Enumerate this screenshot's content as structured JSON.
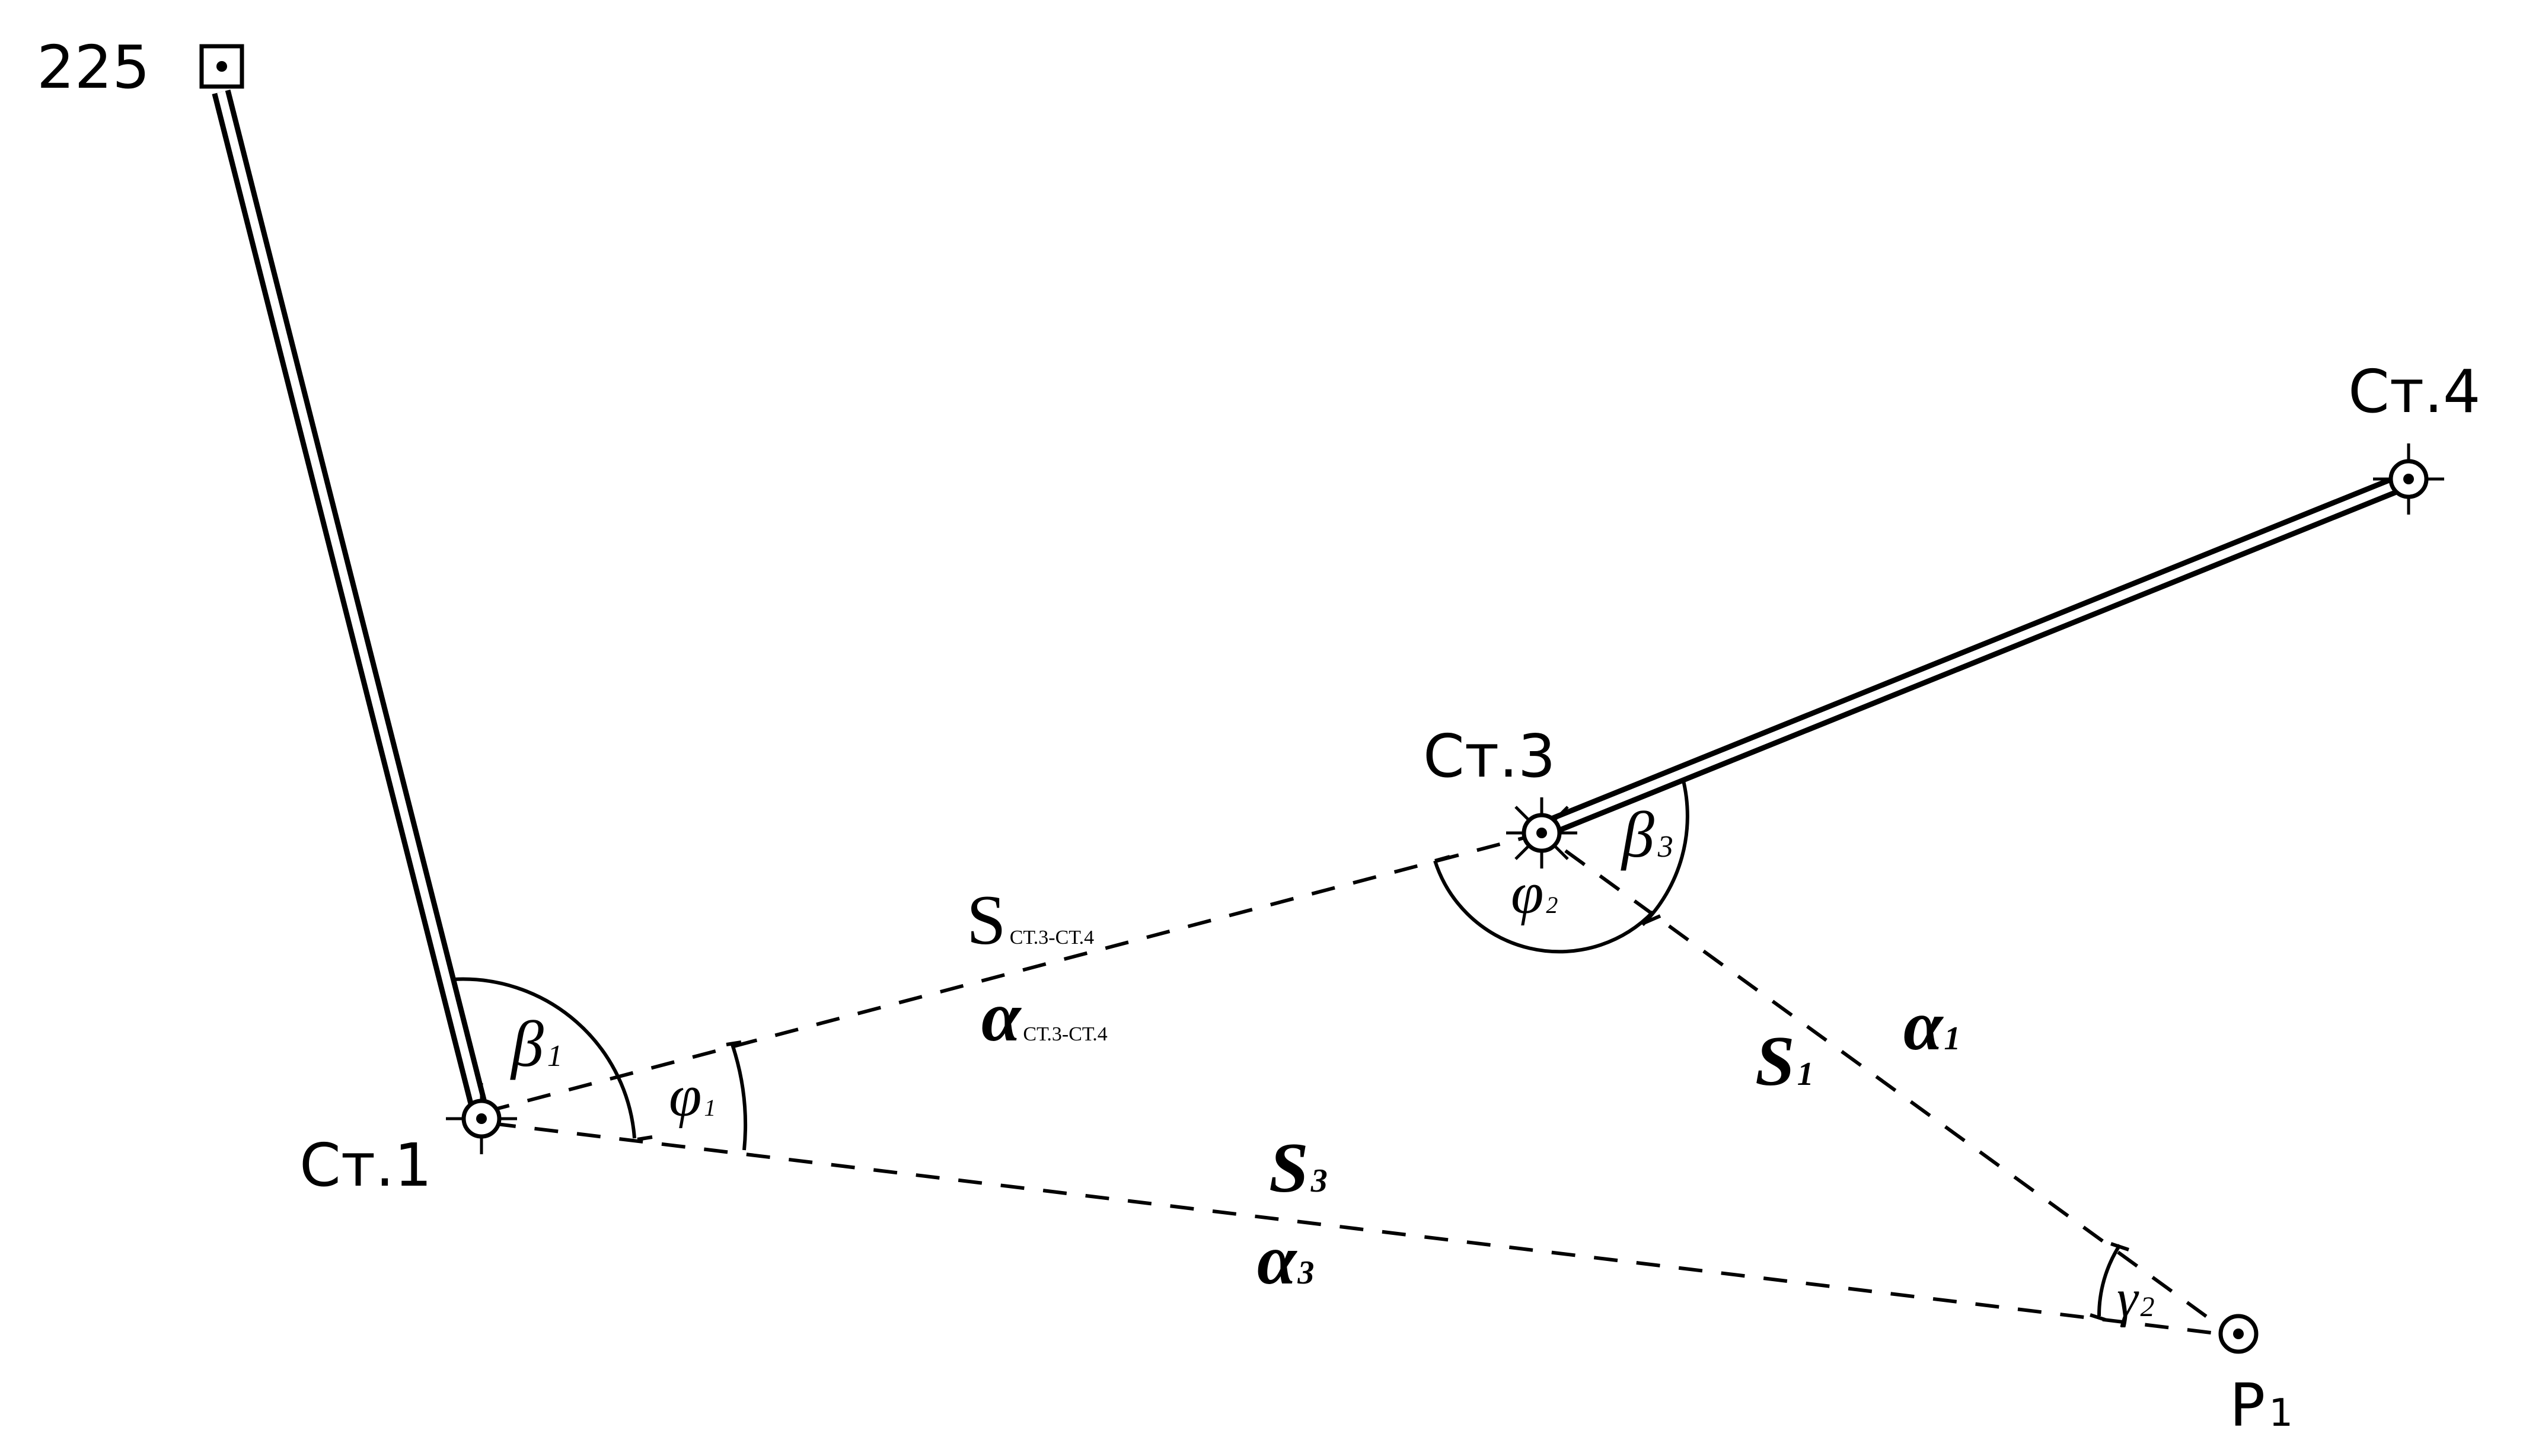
{
  "points": {
    "p225": "225",
    "st1": "Ст.1",
    "st3": "Ст.3",
    "st4": "Ст.4",
    "p1": "P",
    "p1_sub": "1"
  },
  "lines": {
    "s_st3_st4": "S",
    "s_st3_st4_sub": "СТ.3-СТ.4",
    "a_st3_st4": "α",
    "a_st3_st4_sub": "СТ.3-СТ.4",
    "s3": "S",
    "s3_sub": "3",
    "a3": "α",
    "a3_sub": "3",
    "s1": "S",
    "s1_sub": "1",
    "a1": "α",
    "a1_sub": "1"
  },
  "angles": {
    "beta1": "β",
    "beta1_sub": "1",
    "phi1": "φ",
    "phi1_sub": "1",
    "phi2": "φ",
    "phi2_sub": "2",
    "beta3": "β",
    "beta3_sub": "3",
    "gamma2": "γ",
    "gamma2_sub": "2"
  }
}
